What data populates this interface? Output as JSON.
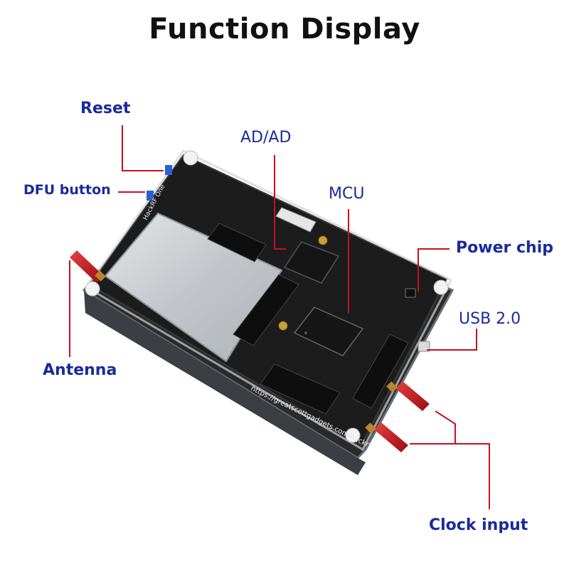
{
  "title": "Function Display",
  "colors": {
    "label_text": "#1a2a9c",
    "leader_line": "#c8101e",
    "title_text": "#111111",
    "pcb": "#1c1c1c",
    "shield": "#c9cdd0",
    "antenna_tip": "#c8101e",
    "connector": "#b8862c"
  },
  "labels": {
    "reset": "Reset",
    "dfu": "DFU button",
    "adad": "AD/AD",
    "mcu": "MCU",
    "power": "Power chip",
    "usb": "USB 2.0",
    "antenna": "Antenna",
    "clock": "Clock input"
  },
  "board": {
    "brand": "HackRF One",
    "url": "https://greatscottgadgets.com/hackrf"
  }
}
